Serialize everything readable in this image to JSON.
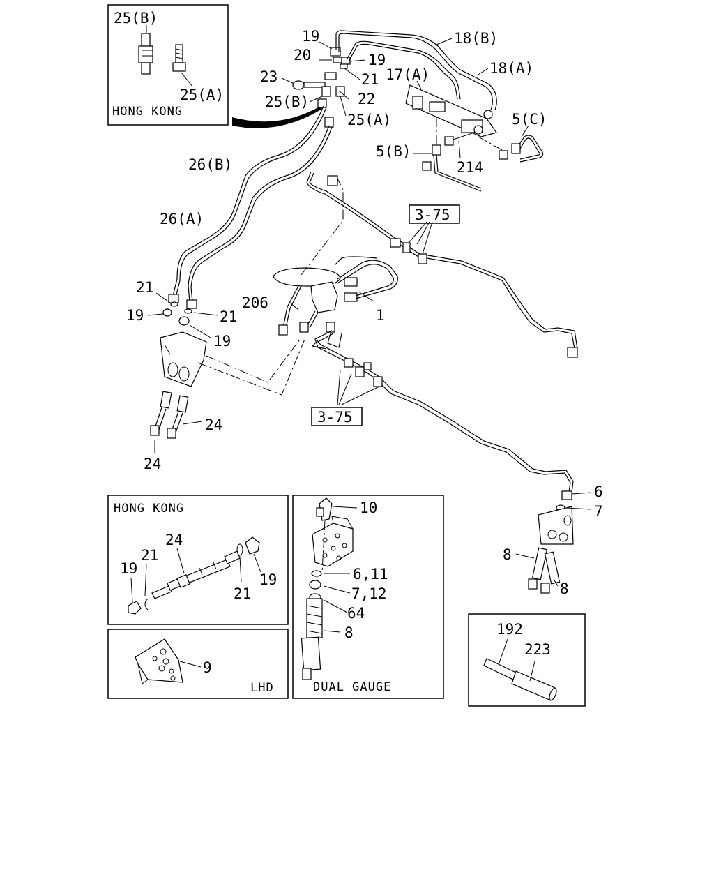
{
  "insets": {
    "hongkong_top": {
      "caption": "HONG KONG",
      "labels": [
        "25(B)",
        "25(A)"
      ]
    },
    "hongkong_bottom": {
      "caption": "HONG KONG",
      "labels": [
        "24",
        "21",
        "19",
        "21",
        "19"
      ]
    },
    "lhd": {
      "caption": "LHD",
      "labels": [
        "9"
      ]
    },
    "dual_gauge": {
      "caption": "DUAL GAUGE",
      "labels": [
        "10",
        "6,11",
        "7,12",
        "64",
        "8"
      ]
    },
    "hose_detail": {
      "labels": [
        "192",
        "223"
      ]
    }
  },
  "callouts": {
    "c19a": "19",
    "c20": "20",
    "c19b": "19",
    "c21a": "21",
    "c22": "22",
    "c23": "23",
    "c25b": "25(B)",
    "c25a": "25(A)",
    "c18b": "18(B)",
    "c18a": "18(A)",
    "c17a": "17(A)",
    "c5c": "5(C)",
    "c5b": "5(B)",
    "c214": "214",
    "c26b": "26(B)",
    "c26a": "26(A)",
    "c21b": "21",
    "c19c": "19",
    "c21c": "21",
    "c19d": "19",
    "c206": "206",
    "c1": "1",
    "c24a": "24",
    "c24b": "24",
    "c6": "6",
    "c7": "7",
    "c8a": "8",
    "c8b": "8"
  },
  "refs": {
    "ref_upper": "3-75",
    "ref_lower": "3-75"
  }
}
